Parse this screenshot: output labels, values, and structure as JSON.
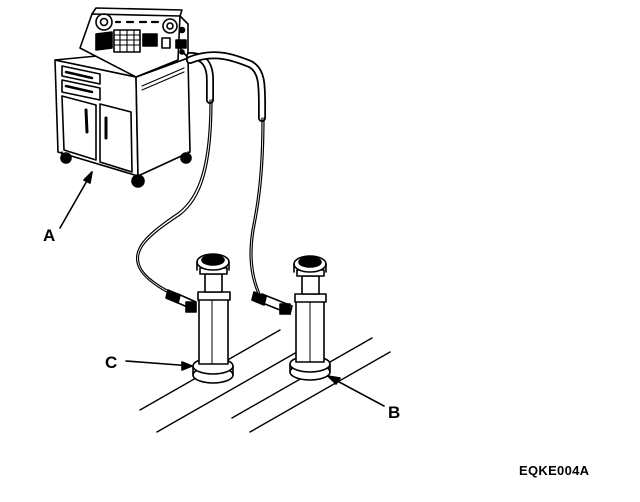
{
  "callouts": {
    "a": "A",
    "b": "B",
    "c": "C"
  },
  "figure_code": "EQKE004A",
  "colors": {
    "line": "#000000",
    "background": "#ffffff"
  }
}
